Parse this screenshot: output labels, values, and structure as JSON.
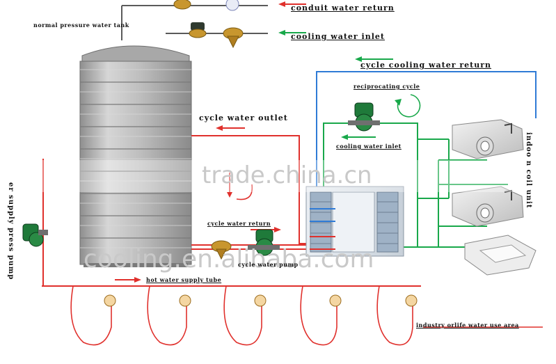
{
  "labels": {
    "conduit_water_return": "conduit water return",
    "cooling_water_inlet_top": "cooling water inlet",
    "normal_pressure_water_tank": "normal pressure  water tank",
    "cycle_cooling_water_return": "cycle cooling water return",
    "reciprocating_cycle": "reciprocating cycle",
    "cycle_water_outlet": "cycle water outlet",
    "cooling_water_inlet_mid": "cooling water inlet",
    "cycle_water_return": "cycle water return",
    "cycle_water_pump": "cycle water pump",
    "hot_water_supply_tube": "hot water supply tube",
    "industry_life_water_use_area": "industry orlife water use area",
    "indoor_coil_unit": "indoo          n coil unit",
    "water_supply_press_pump": "er supply press pump"
  },
  "watermarks": {
    "site": "trade.china.cn",
    "brand": "cooling.en.alibaba.com"
  },
  "colors": {
    "hot_pipe": "#e0302c",
    "cold_pipe": "#2f7bd6",
    "green_pipe": "#18a84a",
    "dark_pipe": "#5a5a5a",
    "arrow_red": "#e0302c",
    "arrow_green": "#18a84a",
    "tank_body": "#b9b9b9",
    "pump_green": "#1f7a3a"
  },
  "icons": [
    "water-tank-icon",
    "pump-icon",
    "valve-icon",
    "filter-icon",
    "showerhead-icon",
    "heat-pump-unit-icon",
    "fan-coil-unit-icon",
    "ceiling-cassette-icon"
  ]
}
